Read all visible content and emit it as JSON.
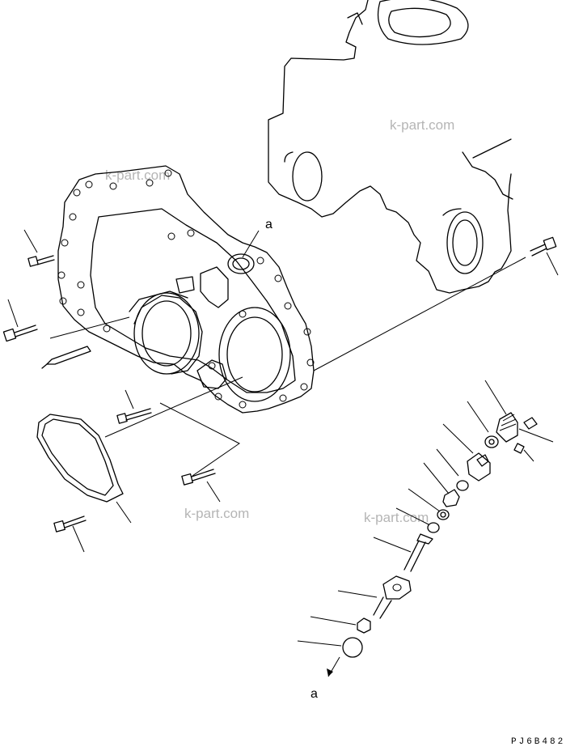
{
  "diagram": {
    "callout_top": "a",
    "callout_bottom": "a",
    "drawing_code": "PJ6B482",
    "watermarks": [
      "k-part.com",
      "k-part.com",
      "k-part.com",
      "k-part.com"
    ]
  },
  "colors": {
    "line": "#000000",
    "watermark": "#b5b5b5",
    "background": "#ffffff"
  }
}
